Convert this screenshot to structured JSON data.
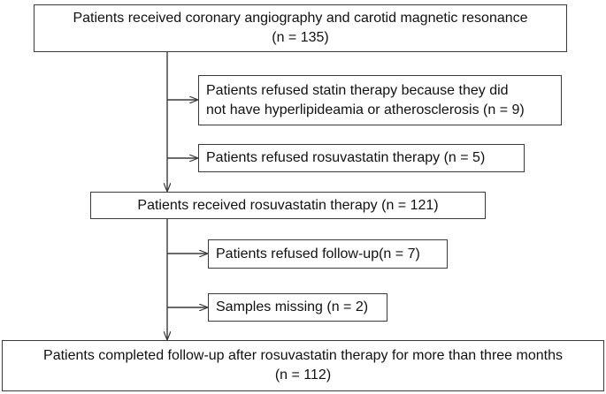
{
  "flowchart": {
    "enrolled": {
      "line1": "Patients received coronary angiography and carotid magnetic resonance",
      "line2": "(n = 135)"
    },
    "excluded_statin": {
      "line1": "Patients refused statin therapy because they did",
      "line2": "not have hyperlipideamia or atherosclerosis (n = 9)"
    },
    "excluded_rosuvastatin": {
      "text": "Patients refused rosuvastatin therapy (n = 5)"
    },
    "treated": {
      "text": "Patients received rosuvastatin therapy (n = 121)"
    },
    "excluded_followup": {
      "text": "Patients refused follow-up(n = 7)"
    },
    "excluded_samples": {
      "text": "Samples missing (n = 2)"
    },
    "completed": {
      "line1": "Patients completed follow-up after rosuvastatin therapy for more than three months",
      "line2": "(n = 112)"
    }
  }
}
